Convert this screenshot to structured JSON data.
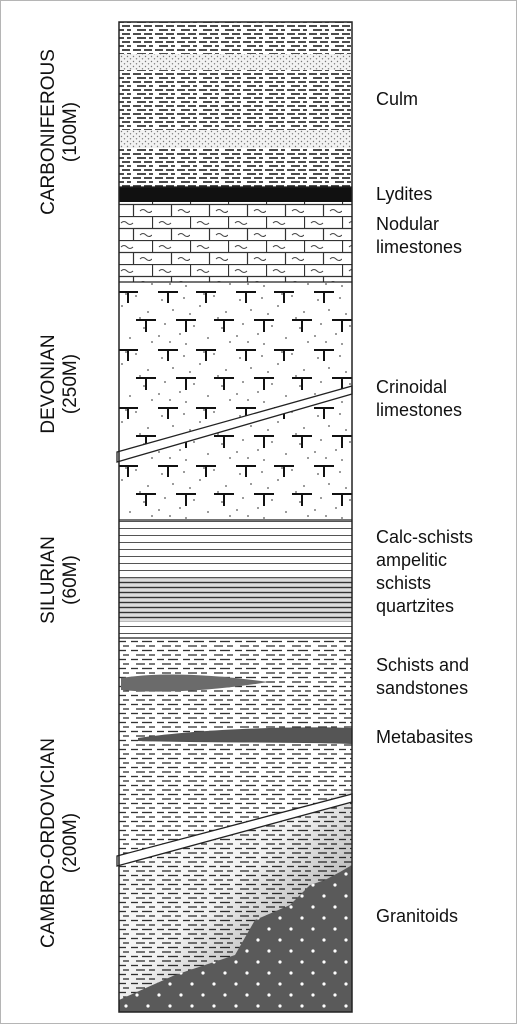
{
  "periods": [
    {
      "name": "CARBONIFEROUS",
      "thickness": "(100M)"
    },
    {
      "name": "DEVONIAN",
      "thickness": "(250M)"
    },
    {
      "name": "SILURIAN",
      "thickness": "(60M)"
    },
    {
      "name": "CAMBRO-ORDOVICIAN",
      "thickness": "(200M)"
    }
  ],
  "lithology": [
    {
      "lines": [
        "Culm"
      ]
    },
    {
      "lines": [
        "Lydites"
      ]
    },
    {
      "lines": [
        "Nodular",
        "limestones"
      ]
    },
    {
      "lines": [
        "Crinoidal",
        "limestones"
      ]
    },
    {
      "lines": [
        "Calc-schists",
        "ampelitic",
        "schists",
        "quartzites"
      ]
    },
    {
      "lines": [
        "Schists and",
        "sandstones"
      ]
    },
    {
      "lines": [
        "Metabasites"
      ]
    },
    {
      "lines": [
        "Granitoids"
      ]
    }
  ]
}
